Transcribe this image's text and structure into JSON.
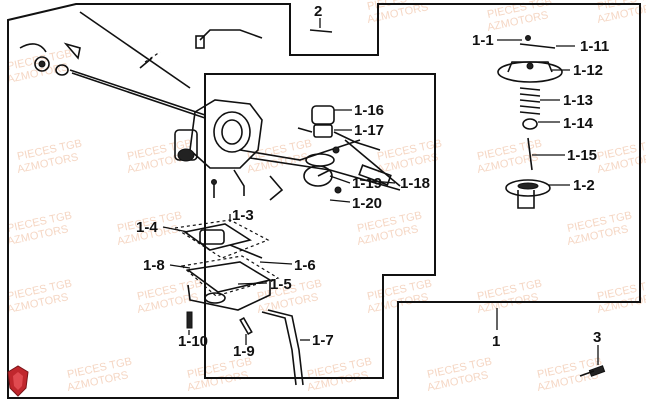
{
  "watermark": {
    "line1": "PIECES TGB",
    "line2": "AZMOTORS"
  },
  "labels": {
    "p2": "2",
    "p1_1": "1-1",
    "p1_11": "1-11",
    "p1_12": "1-12",
    "p1_13": "1-13",
    "p1_14": "1-14",
    "p1_15": "1-15",
    "p1_2": "1-2",
    "p1_16": "1-16",
    "p1_17": "1-17",
    "p1_18": "1-18",
    "p1_19": "1-19",
    "p1_20": "1-20",
    "p1_3": "1-3",
    "p1_4": "1-4",
    "p1_6": "1-6",
    "p1_8": "1-8",
    "p1_5": "1-5",
    "p1_7": "1-7",
    "p1_10": "1-10",
    "p1_9": "1-9",
    "p1": "1",
    "p3": "3"
  },
  "colors": {
    "line": "#111111",
    "watermark": "#f2c9b0",
    "logo": "#c0272d"
  },
  "icons": {
    "logo": "red-shield-logo-icon"
  }
}
